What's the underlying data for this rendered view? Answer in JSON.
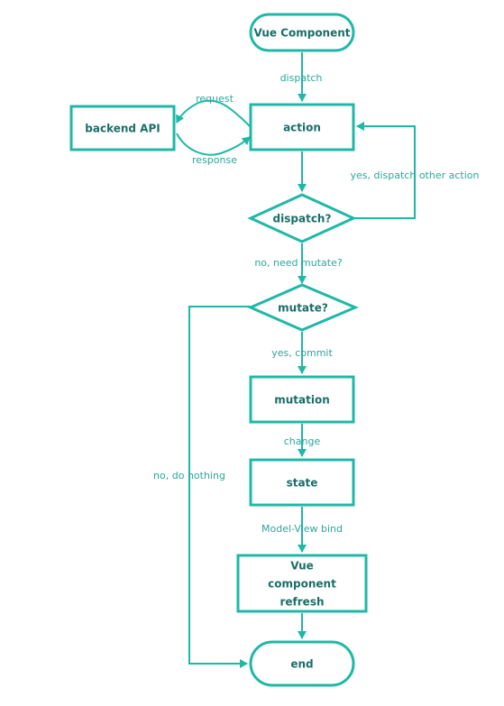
{
  "nodes": {
    "vue_component": "Vue Component",
    "action": "action",
    "backend_api": "backend API",
    "dispatch_q": "dispatch?",
    "mutate_q": "mutate?",
    "mutation": "mutation",
    "state": "state",
    "refresh_line1": "Vue",
    "refresh_line2": "component",
    "refresh_line3": "refresh",
    "end": "end"
  },
  "edges": {
    "dispatch": "dispatch",
    "request": "request",
    "response": "response",
    "yes_dispatch_other": "yes, dispatch other action",
    "no_need_mutate": "no, need mutate?",
    "yes_commit": "yes, commit",
    "change": "change",
    "model_view_bind": "Model-View bind",
    "no_do_nothing": "no, do nothing"
  },
  "colors": {
    "stroke": "#1fb8a6",
    "text": "#1a6e68"
  }
}
